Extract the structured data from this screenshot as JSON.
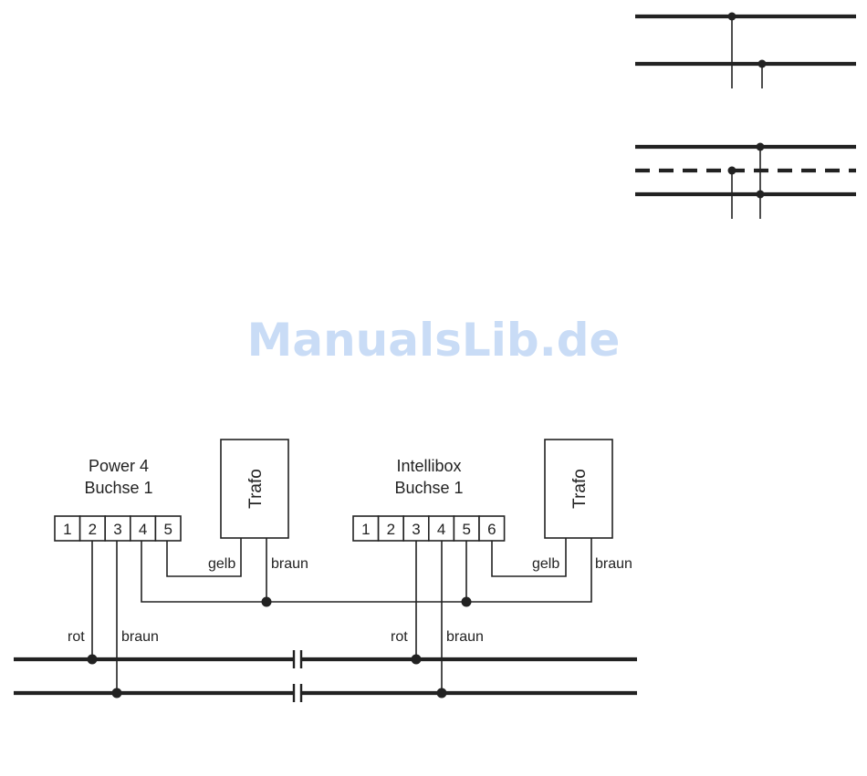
{
  "watermark": "ManualsLib.de",
  "power4": {
    "title_line1": "Power 4",
    "title_line2": "Buchse 1",
    "pins": [
      "1",
      "2",
      "3",
      "4",
      "5"
    ]
  },
  "intellibox": {
    "title_line1": "Intellibox",
    "title_line2": "Buchse 1",
    "pins": [
      "1",
      "2",
      "3",
      "4",
      "5",
      "6"
    ]
  },
  "trafo_left": {
    "label": "Trafo",
    "wire_yellow": "gelb",
    "wire_brown": "braun"
  },
  "trafo_right": {
    "label": "Trafo",
    "wire_yellow": "gelb",
    "wire_brown": "braun"
  },
  "track_left": {
    "wire_red": "rot",
    "wire_brown": "braun"
  },
  "track_right": {
    "wire_red": "rot",
    "wire_brown": "braun"
  },
  "colors": {
    "ink": "#222222",
    "watermark": "#c9dcf6"
  }
}
